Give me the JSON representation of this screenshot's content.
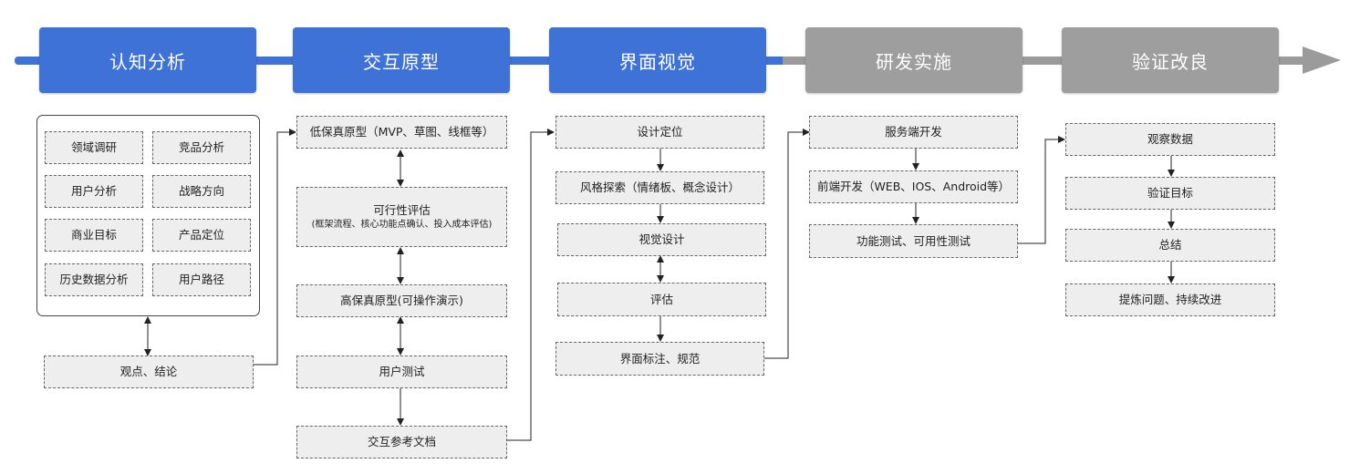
{
  "phases": {
    "cognition": "认知分析",
    "interaction": "交互原型",
    "visual": "界面视觉",
    "rnd": "研发实施",
    "validation": "验证改良"
  },
  "cognition": {
    "items": [
      "领域调研",
      "竞品分析",
      "用户分析",
      "战略方向",
      "商业目标",
      "产品定位",
      "历史数据分析",
      "用户路径"
    ],
    "conclusion": "观点、结论"
  },
  "interaction": {
    "lowfi": "低保真原型（MVP、草图、线框等）",
    "feasibility": "可行性评估",
    "feasibility_detail": "(框架流程、核心功能点确认、投入成本评估)",
    "hifi": "高保真原型(可操作演示)",
    "usertest": "用户测试",
    "docs": "交互参考文档"
  },
  "visual": {
    "positioning": "设计定位",
    "style": "风格探索（情绪板、概念设计）",
    "design": "视觉设计",
    "evaluate": "评估",
    "spec": "界面标注、规范"
  },
  "rnd": {
    "server": "服务端开发",
    "frontend": "前端开发（WEB、IOS、Android等）",
    "testing": "功能测试、可用性测试"
  },
  "validation": {
    "observe": "观察数据",
    "verify": "验证目标",
    "summary": "总结",
    "improve": "提炼问题、持续改进"
  },
  "colors": {
    "phase_active": "#3f72d6",
    "phase_inactive": "#9e9e9e",
    "box_fill": "#eeeeee"
  }
}
